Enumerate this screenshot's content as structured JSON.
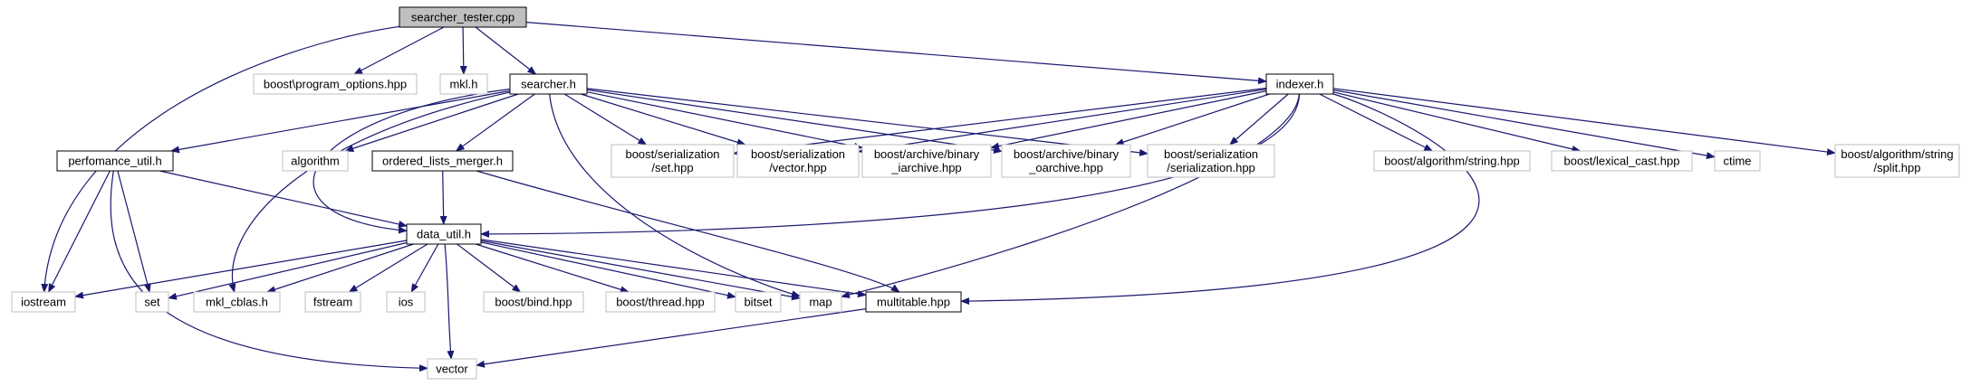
{
  "title": "searcher_tester.cpp",
  "colors": {
    "edge": "#191970",
    "root_fill": "#bfbfbf",
    "node_fill": "#ffffff",
    "documented_border": "#000000",
    "external_border": "#bfbfbf"
  },
  "nodes": [
    {
      "id": "searcher_tester",
      "label": "searcher_tester.cpp",
      "kind": "root"
    },
    {
      "id": "program_options",
      "label": "boost\\program_options.hpp",
      "kind": "external"
    },
    {
      "id": "mkl",
      "label": "mkl.h",
      "kind": "external"
    },
    {
      "id": "searcher",
      "label": "searcher.h",
      "kind": "documented"
    },
    {
      "id": "indexer",
      "label": "indexer.h",
      "kind": "documented"
    },
    {
      "id": "perfomance_util",
      "label": "perfomance_util.h",
      "kind": "documented"
    },
    {
      "id": "algorithm",
      "label": "algorithm",
      "kind": "external"
    },
    {
      "id": "ordered_lists_merger",
      "label": "ordered_lists_merger.h",
      "kind": "documented"
    },
    {
      "id": "ser_set",
      "label": "boost/serialization\n/set.hpp",
      "kind": "external"
    },
    {
      "id": "ser_vector",
      "label": "boost/serialization\n/vector.hpp",
      "kind": "external"
    },
    {
      "id": "binary_iarchive",
      "label": "boost/archive/binary\n_iarchive.hpp",
      "kind": "external"
    },
    {
      "id": "binary_oarchive",
      "label": "boost/archive/binary\n_oarchive.hpp",
      "kind": "external"
    },
    {
      "id": "ser_serialization",
      "label": "boost/serialization\n/serialization.hpp",
      "kind": "external"
    },
    {
      "id": "algo_string",
      "label": "boost/algorithm/string.hpp",
      "kind": "external"
    },
    {
      "id": "lexical_cast",
      "label": "boost/lexical_cast.hpp",
      "kind": "external"
    },
    {
      "id": "ctime",
      "label": "ctime",
      "kind": "external"
    },
    {
      "id": "split",
      "label": "boost/algorithm/string\n/split.hpp",
      "kind": "external"
    },
    {
      "id": "data_util",
      "label": "data_util.h",
      "kind": "documented"
    },
    {
      "id": "iostream",
      "label": "iostream",
      "kind": "external"
    },
    {
      "id": "set",
      "label": "set",
      "kind": "external"
    },
    {
      "id": "mkl_cblas",
      "label": "mkl_cblas.h",
      "kind": "external"
    },
    {
      "id": "fstream",
      "label": "fstream",
      "kind": "external"
    },
    {
      "id": "ios",
      "label": "ios",
      "kind": "external"
    },
    {
      "id": "bind",
      "label": "boost/bind.hpp",
      "kind": "external"
    },
    {
      "id": "thread",
      "label": "boost/thread.hpp",
      "kind": "external"
    },
    {
      "id": "bitset",
      "label": "bitset",
      "kind": "external"
    },
    {
      "id": "map",
      "label": "map",
      "kind": "external"
    },
    {
      "id": "multitable",
      "label": "multitable.hpp",
      "kind": "documented"
    },
    {
      "id": "vector",
      "label": "vector",
      "kind": "external"
    }
  ],
  "edges": [
    [
      "searcher_tester",
      "program_options"
    ],
    [
      "searcher_tester",
      "mkl"
    ],
    [
      "searcher_tester",
      "searcher"
    ],
    [
      "searcher_tester",
      "indexer"
    ],
    [
      "searcher_tester",
      "iostream"
    ],
    [
      "searcher",
      "perfomance_util"
    ],
    [
      "searcher",
      "algorithm"
    ],
    [
      "searcher",
      "ordered_lists_merger"
    ],
    [
      "searcher",
      "ser_set"
    ],
    [
      "searcher",
      "ser_vector"
    ],
    [
      "searcher",
      "binary_iarchive"
    ],
    [
      "searcher",
      "binary_oarchive"
    ],
    [
      "searcher",
      "ser_serialization"
    ],
    [
      "searcher",
      "data_util"
    ],
    [
      "searcher",
      "mkl_cblas"
    ],
    [
      "searcher",
      "map"
    ],
    [
      "indexer",
      "ser_set"
    ],
    [
      "indexer",
      "ser_vector"
    ],
    [
      "indexer",
      "binary_iarchive"
    ],
    [
      "indexer",
      "binary_oarchive"
    ],
    [
      "indexer",
      "ser_serialization"
    ],
    [
      "indexer",
      "algo_string"
    ],
    [
      "indexer",
      "lexical_cast"
    ],
    [
      "indexer",
      "ctime"
    ],
    [
      "indexer",
      "split"
    ],
    [
      "indexer",
      "data_util"
    ],
    [
      "indexer",
      "map"
    ],
    [
      "indexer",
      "multitable"
    ],
    [
      "perfomance_util",
      "data_util"
    ],
    [
      "perfomance_util",
      "iostream"
    ],
    [
      "perfomance_util",
      "set"
    ],
    [
      "perfomance_util",
      "vector"
    ],
    [
      "ordered_lists_merger",
      "data_util"
    ],
    [
      "ordered_lists_merger",
      "multitable"
    ],
    [
      "data_util",
      "iostream"
    ],
    [
      "data_util",
      "set"
    ],
    [
      "data_util",
      "mkl_cblas"
    ],
    [
      "data_util",
      "fstream"
    ],
    [
      "data_util",
      "ios"
    ],
    [
      "data_util",
      "bind"
    ],
    [
      "data_util",
      "thread"
    ],
    [
      "data_util",
      "bitset"
    ],
    [
      "data_util",
      "map"
    ],
    [
      "data_util",
      "multitable"
    ],
    [
      "data_util",
      "vector"
    ],
    [
      "multitable",
      "vector"
    ]
  ]
}
